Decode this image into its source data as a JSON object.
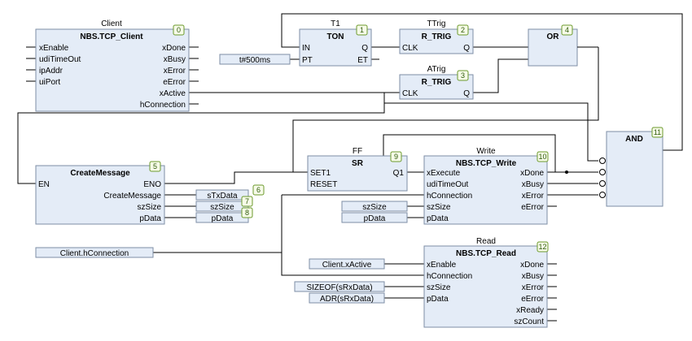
{
  "blocks": {
    "client": {
      "instance": "Client",
      "type": "NBS.TCP_Client",
      "num": "0",
      "inputs": [
        "xEnable",
        "udiTimeOut",
        "ipAddr",
        "uiPort"
      ],
      "outputs": [
        "xDone",
        "xBusy",
        "xError",
        "eError",
        "xActive",
        "hConnection"
      ]
    },
    "t1": {
      "instance": "T1",
      "type": "TON",
      "num": "1",
      "inputs": [
        "IN",
        "PT"
      ],
      "outputs": [
        "Q",
        "ET"
      ]
    },
    "ttrig": {
      "instance": "TTrig",
      "type": "R_TRIG",
      "num": "2",
      "inputs": [
        "CLK"
      ],
      "outputs": [
        "Q"
      ]
    },
    "atrig": {
      "instance": "ATrig",
      "type": "R_TRIG",
      "num": "3",
      "inputs": [
        "CLK"
      ],
      "outputs": [
        "Q"
      ]
    },
    "or": {
      "type": "OR",
      "num": "4"
    },
    "create": {
      "type": "CreateMessage",
      "num": "5",
      "inputs": [
        "EN"
      ],
      "outputs": [
        "ENO",
        "CreateMessage",
        "szSize",
        "pData"
      ]
    },
    "ff": {
      "instance": "FF",
      "type": "SR",
      "num": "9",
      "inputs": [
        "SET1",
        "RESET"
      ],
      "outputs": [
        "Q1"
      ]
    },
    "write": {
      "instance": "Write",
      "type": "NBS.TCP_Write",
      "num": "10",
      "inputs": [
        "xExecute",
        "udiTimeOut",
        "hConnection",
        "szSize",
        "pData"
      ],
      "outputs": [
        "xDone",
        "xBusy",
        "xError",
        "eError"
      ]
    },
    "and": {
      "type": "AND",
      "num": "11"
    },
    "read": {
      "instance": "Read",
      "type": "NBS.TCP_Read",
      "num": "12",
      "inputs": [
        "xEnable",
        "hConnection",
        "szSize",
        "pData"
      ],
      "outputs": [
        "xDone",
        "xBusy",
        "xError",
        "eError",
        "xReady",
        "szCount"
      ]
    }
  },
  "vars": {
    "t500": "t#500ms",
    "stxdata": "sTxData",
    "num6": "6",
    "num7": "7",
    "num8": "8",
    "szsize_cm": "szSize",
    "pdata_cm": "pData",
    "szsize_w": "szSize",
    "pdata_w": "pData",
    "client_hconn": "Client.hConnection",
    "client_xactive": "Client.xActive",
    "sizeof": "SIZEOF(sRxData)",
    "adr": "ADR(sRxData)"
  }
}
